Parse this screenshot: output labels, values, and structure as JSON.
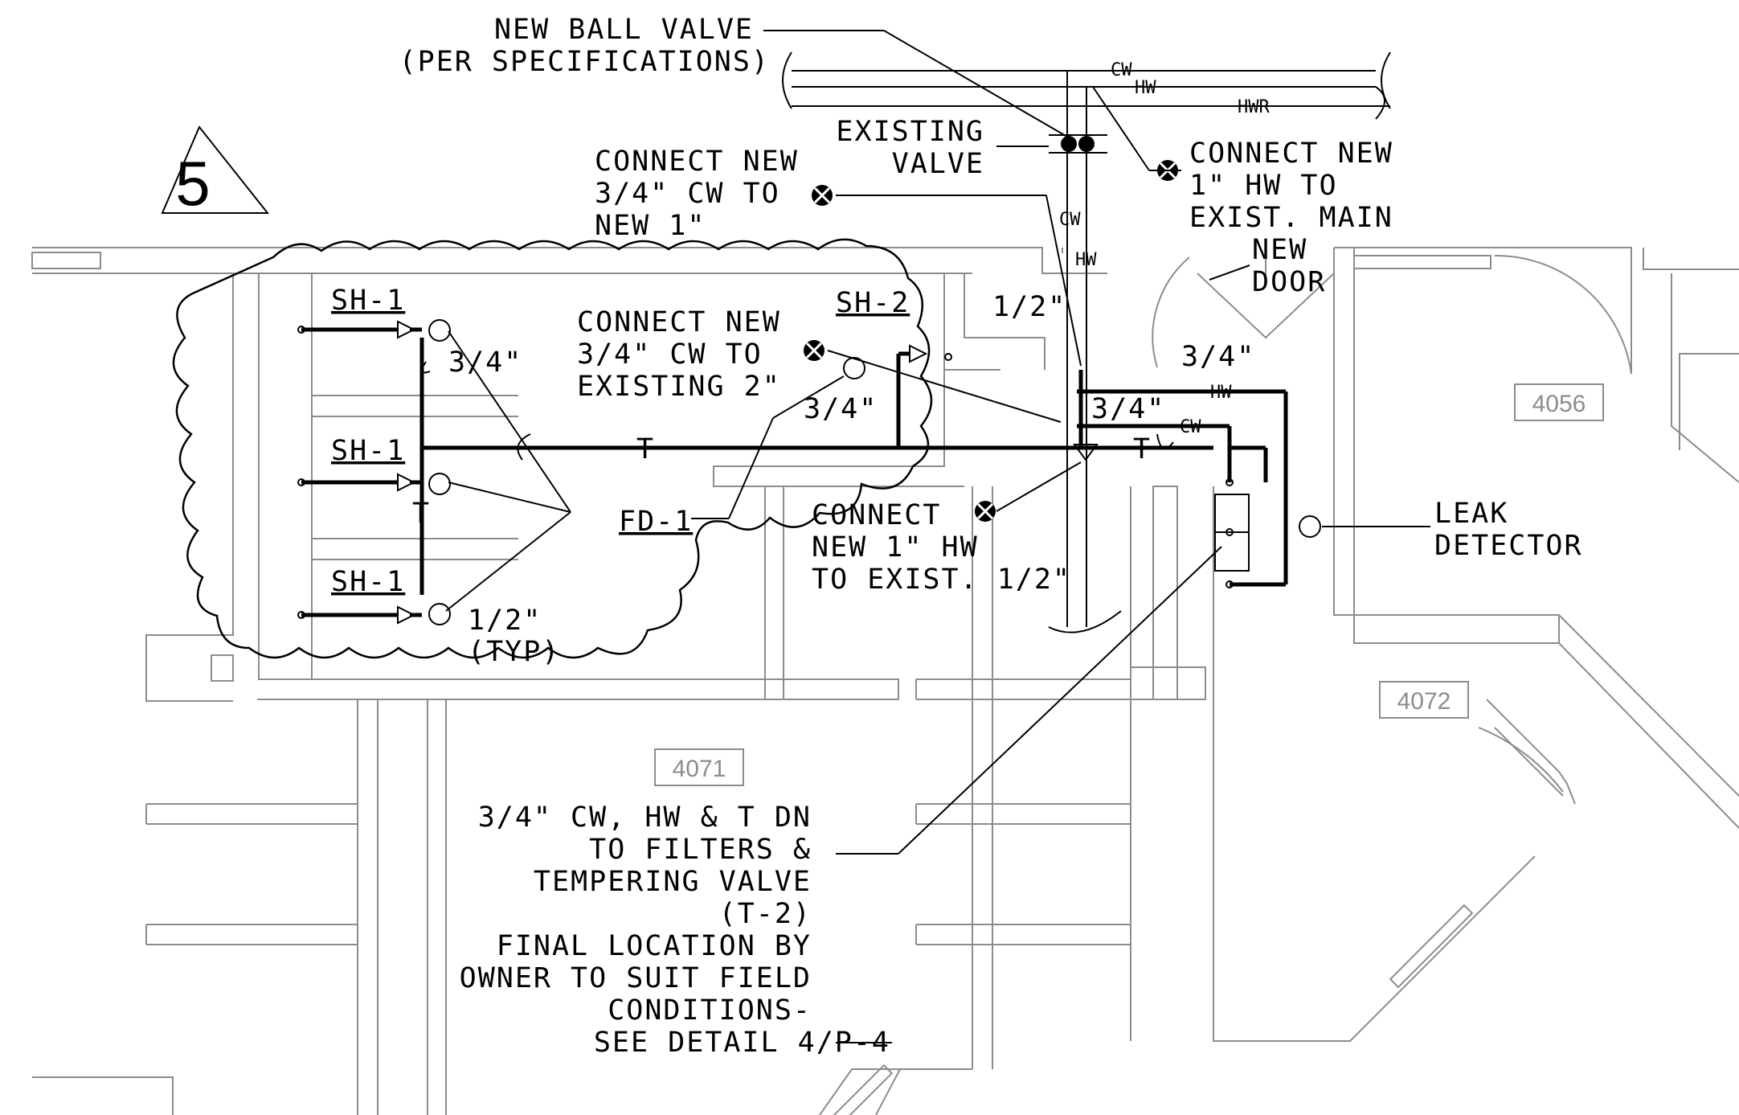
{
  "sheet": {
    "detail_number": "5",
    "rooms": [
      "4056",
      "4072",
      "4071"
    ],
    "pipes": {
      "cw": "CW",
      "hw": "HW",
      "hwr": "HWR",
      "t": "T"
    },
    "fixtures": {
      "sh1": "SH-1",
      "sh2": "SH-2",
      "fd1": "FD-1"
    },
    "sizes": {
      "three_quarter": "3/4\"",
      "half": "1/2\"",
      "typ": "(TYP)"
    },
    "notes": {
      "ball_valve": [
        "NEW BALL VALVE",
        "(PER SPECIFICATIONS)"
      ],
      "existing_valve": [
        "EXISTING",
        "VALVE"
      ],
      "connect_cw_new1": [
        "CONNECT NEW",
        "3/4\" CW TO",
        "NEW 1\""
      ],
      "connect_hw_main": [
        "CONNECT NEW",
        "1\" HW TO",
        "EXIST. MAIN"
      ],
      "new_door": [
        "NEW",
        "DOOR"
      ],
      "connect_cw_exist2": [
        "CONNECT NEW",
        "3/4\" CW TO",
        "EXISTING 2\""
      ],
      "connect_hw_half": [
        "CONNECT",
        "NEW 1\" HW",
        "TO EXIST. 1/2\""
      ],
      "leak_detector": [
        "LEAK",
        "DETECTOR"
      ],
      "filters": [
        "3/4\" CW, HW & T DN",
        "TO FILTERS &",
        "TEMPERING VALVE",
        "(T-2)",
        "FINAL LOCATION BY",
        "OWNER TO SUIT FIELD",
        "CONDITIONS-",
        "SEE DETAIL 4/P-4"
      ]
    }
  }
}
